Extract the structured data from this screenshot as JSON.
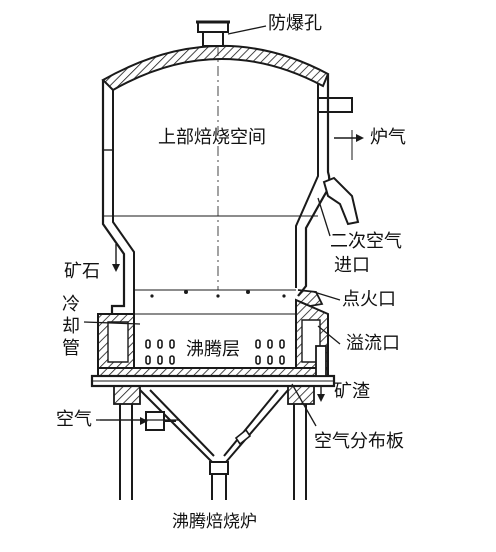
{
  "labels": {
    "explosion_vent": "防爆孔",
    "upper_space": "上部焙烧空间",
    "furnace_gas": "炉气",
    "secondary_air_1": "二次空气",
    "secondary_air_2": "进口",
    "ignition_port": "点火口",
    "overflow_port": "溢流口",
    "slag": "矿渣",
    "air_distributor": "空气分布板",
    "air": "空气",
    "ore": "矿石",
    "cooling_pipe": "冷却管",
    "bed_layer": "沸腾层"
  },
  "caption": "沸腾焙烧炉",
  "colors": {
    "line": "#1a1a1a",
    "background": "#ffffff"
  }
}
